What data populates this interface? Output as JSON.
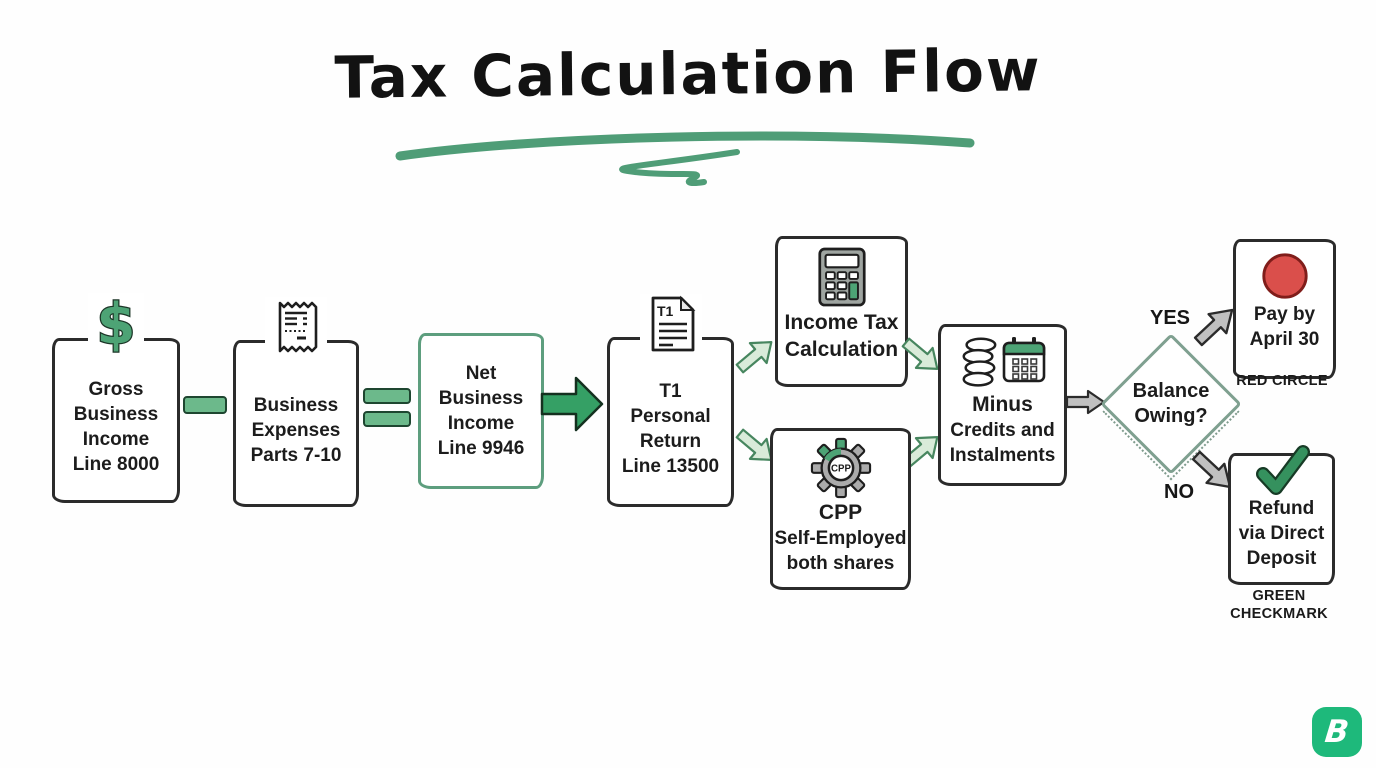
{
  "title": "Tax Calculation Flow",
  "nodes": {
    "gross": {
      "lines": [
        "Gross",
        "Business",
        "Income",
        "Line 8000"
      ]
    },
    "expenses": {
      "lines": [
        "Business",
        "Expenses",
        "Parts 7-10"
      ]
    },
    "net": {
      "lines": [
        "Net",
        "Business",
        "Income",
        "Line 9946"
      ]
    },
    "t1": {
      "lines": [
        "T1",
        "Personal",
        "Return",
        "Line 13500"
      ],
      "icon_label": "T1"
    },
    "income_tax": {
      "lines": [
        "Income Tax",
        "Calculation"
      ]
    },
    "cpp": {
      "lines": [
        "CPP",
        "Self-Employed",
        "both shares"
      ],
      "icon_label": "CPP"
    },
    "minus_credits": {
      "lines": [
        "Minus",
        "Credits and",
        "Instalments"
      ]
    },
    "pay": {
      "lines": [
        "Pay by",
        "April 30"
      ],
      "caption": "RED CIRCLE"
    },
    "refund": {
      "lines": [
        "Refund",
        "via Direct",
        "Deposit"
      ],
      "caption": "GREEN CHECKMARK"
    }
  },
  "decision": {
    "lines": [
      "Balance",
      "Owing?"
    ],
    "yes_label": "YES",
    "no_label": "NO"
  },
  "logo": {
    "letter": "B",
    "color": "#1EB97B"
  },
  "colors": {
    "accent_green": "#4DA375",
    "solid_arrow_green": "#35A065",
    "light_arrow_green": "#D9EBD9",
    "gray_arrow": "#C0C0C0",
    "diamond_border": "#7FA090",
    "net_box_border": "#5D9E7E",
    "red_circle": "#DA4F4B",
    "check_green": "#35915E",
    "operator_green": "#6CB98B"
  }
}
